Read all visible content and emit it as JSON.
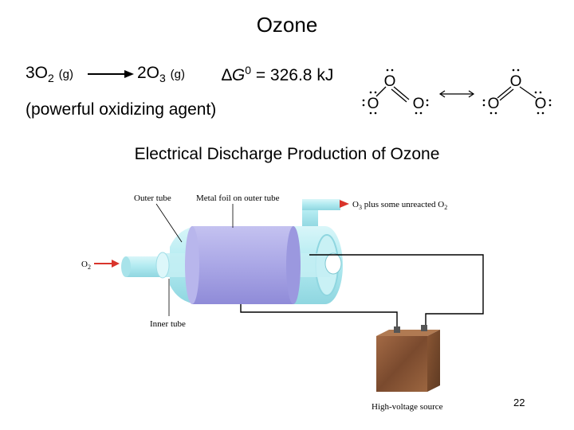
{
  "title": "Ozone",
  "reaction": {
    "reactant_coef": "3O",
    "reactant_sub": "2",
    "reactant_state": "(g)",
    "product_coef": "2O",
    "product_sub": "3",
    "product_state": "(g)",
    "delta": "∆",
    "g": "G",
    "g_sup": "0",
    "energy": " = 326.8 kJ"
  },
  "note": "(powerful oxidizing agent)",
  "resonance": {
    "atom": "O"
  },
  "subtitle": "Electrical Discharge Production of Ozone",
  "diagram": {
    "outer_tube": "Outer tube",
    "metal_foil": "Metal foil on outer tube",
    "o3_out_a": "O",
    "o3_out_sub": "3",
    "o3_out_b": " plus some unreacted O",
    "o3_out_sub2": "2",
    "o2_in": "O",
    "o2_in_sub": "2",
    "inner_tube": "Inner tube",
    "hv_source": "High-voltage source"
  },
  "page_number": "22",
  "colors": {
    "glass": "#b5ecf2",
    "glass_dark": "#8fd8e2",
    "foil": "#a9a7e6",
    "foil_dark": "#8d8ad8",
    "arrow": "#d9342b",
    "box": "#8a5a3c"
  }
}
